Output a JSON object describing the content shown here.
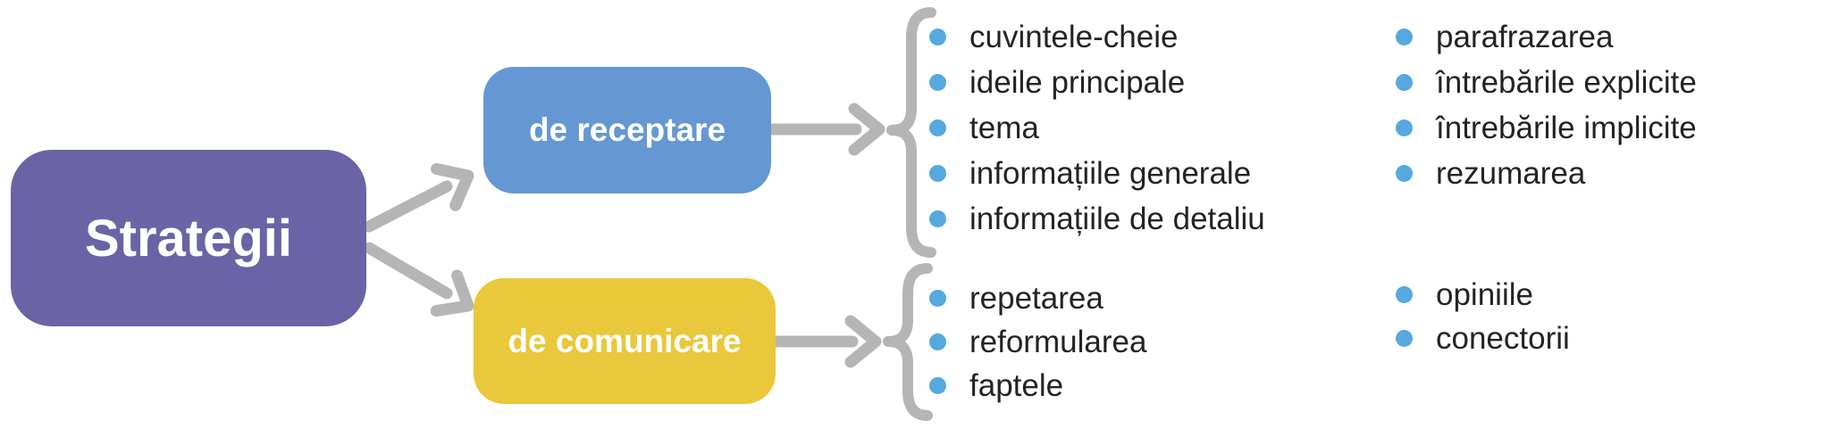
{
  "root": {
    "label": "Strategii"
  },
  "branches": [
    {
      "label": "de receptare",
      "box_color": "#6598d2",
      "items_col1": [
        "cuvintele-cheie",
        "ideile principale",
        "tema",
        "informațiile generale",
        "informațiile de detaliu"
      ],
      "items_col2": [
        "parafrazarea",
        "întrebările explicite",
        "întrebările implicite",
        "rezumarea"
      ]
    },
    {
      "label": "de comunicare",
      "box_color": "#e9c83b",
      "items_col1": [
        "repetarea",
        "reformularea",
        "faptele"
      ],
      "items_col2": [
        "opiniile",
        "conectorii"
      ]
    }
  ],
  "colors": {
    "root_box": "#6a64a6",
    "receptare_box": "#6598d2",
    "comunicare_box": "#e9c83b",
    "connector_gray": "#b5b5b5",
    "bullet_blue": "#55a9df",
    "list_text": "#262223",
    "box_text": "#ffffff"
  }
}
